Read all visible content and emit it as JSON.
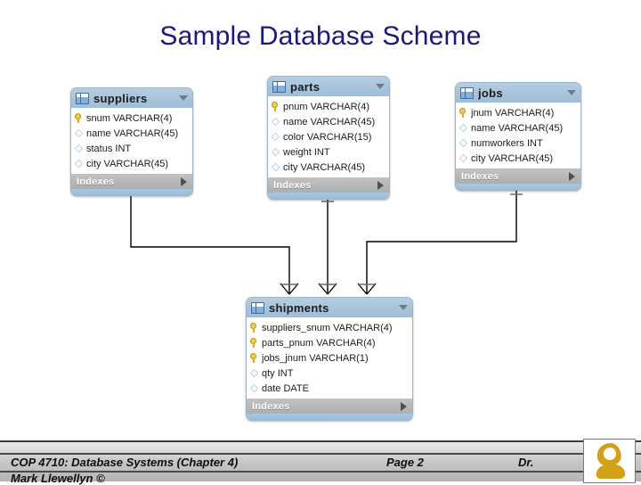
{
  "slide": {
    "title": "Sample Database Scheme"
  },
  "diagram": {
    "indexes_label": "Indexes",
    "entities": [
      {
        "name": "suppliers",
        "icon": "table-icon",
        "collapse_icon": "chevron-down-icon",
        "expand_icon": "chevron-right-icon",
        "fields": [
          {
            "label": "snum VARCHAR(4)",
            "icon": "primary-key-icon"
          },
          {
            "label": "name VARCHAR(45)",
            "icon": "column-diamond-icon"
          },
          {
            "label": "status INT",
            "icon": "column-diamond-icon"
          },
          {
            "label": "city VARCHAR(45)",
            "icon": "column-diamond-icon"
          }
        ]
      },
      {
        "name": "parts",
        "icon": "table-icon",
        "collapse_icon": "chevron-down-icon",
        "expand_icon": "chevron-right-icon",
        "fields": [
          {
            "label": "pnum VARCHAR(4)",
            "icon": "primary-key-icon"
          },
          {
            "label": "name VARCHAR(45)",
            "icon": "column-diamond-icon"
          },
          {
            "label": "color VARCHAR(15)",
            "icon": "column-diamond-icon"
          },
          {
            "label": "weight INT",
            "icon": "column-diamond-icon"
          },
          {
            "label": "city VARCHAR(45)",
            "icon": "column-diamond-icon"
          }
        ]
      },
      {
        "name": "jobs",
        "icon": "table-icon",
        "collapse_icon": "chevron-down-icon",
        "expand_icon": "chevron-right-icon",
        "fields": [
          {
            "label": "jnum VARCHAR(4)",
            "icon": "primary-key-icon"
          },
          {
            "label": "name VARCHAR(45)",
            "icon": "column-diamond-icon"
          },
          {
            "label": "numworkers INT",
            "icon": "column-diamond-icon"
          },
          {
            "label": "city VARCHAR(45)",
            "icon": "column-diamond-icon"
          }
        ]
      },
      {
        "name": "shipments",
        "icon": "table-icon",
        "collapse_icon": "chevron-down-icon",
        "expand_icon": "chevron-right-icon",
        "fields": [
          {
            "label": "suppliers_snum VARCHAR(4)",
            "icon": "primary-key-icon"
          },
          {
            "label": "parts_pnum VARCHAR(4)",
            "icon": "primary-key-icon"
          },
          {
            "label": "jobs_jnum VARCHAR(1)",
            "icon": "primary-key-icon"
          },
          {
            "label": "qty INT",
            "icon": "column-diamond-icon"
          },
          {
            "label": "date DATE",
            "icon": "column-diamond-icon"
          }
        ]
      }
    ],
    "relationships": [
      {
        "from": "suppliers",
        "to": "shipments",
        "from_cardinality": "one",
        "to_cardinality": "many"
      },
      {
        "from": "parts",
        "to": "shipments",
        "from_cardinality": "one",
        "to_cardinality": "many"
      },
      {
        "from": "jobs",
        "to": "shipments",
        "from_cardinality": "one",
        "to_cardinality": "many"
      }
    ]
  },
  "footer": {
    "course": "COP 4710: Database Systems  (Chapter 4)",
    "page": "Page 2",
    "author_line1": "Dr.",
    "author_line2": "Mark Llewellyn ©",
    "logo": "ucf-pegasus-logo"
  },
  "colors": {
    "title": "#1a1a7a",
    "entity_header": "#a8c4dd",
    "entity_footer": "#a3c2dc",
    "indexes_bar": "#b8b8b8",
    "key_icon": "#f2cf3e",
    "logo_gold": "#d4a017",
    "connector": "#000000"
  }
}
